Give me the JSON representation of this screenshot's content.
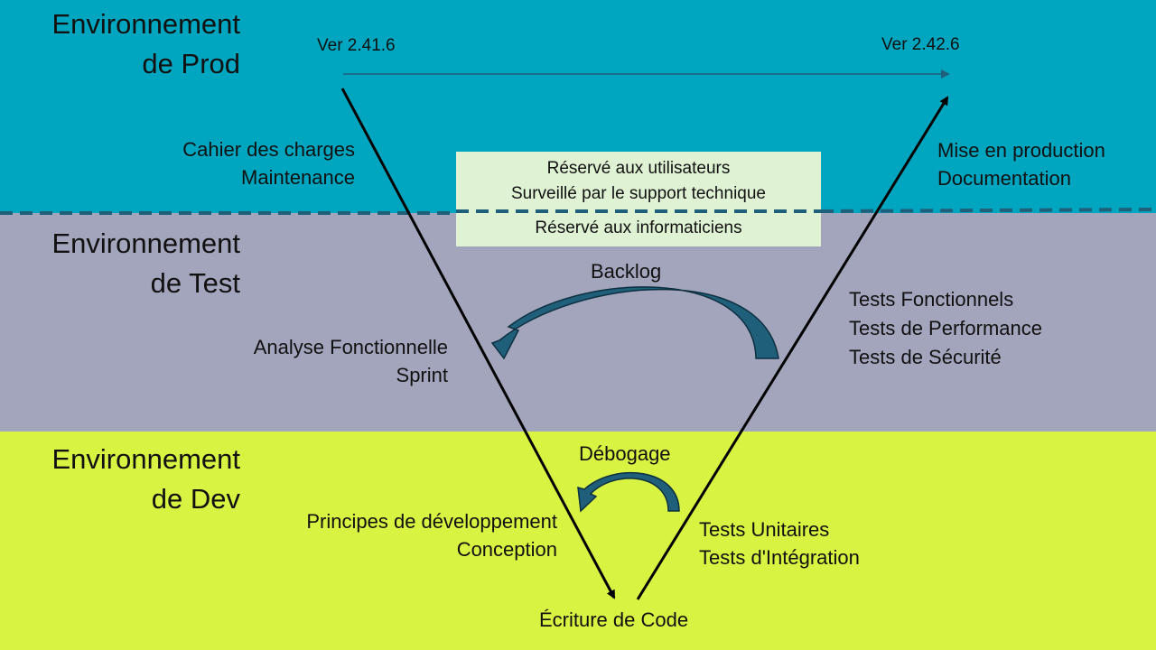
{
  "environments": {
    "prod": {
      "line1": "Environnement",
      "line2": "de Prod",
      "color": "#00a6c0"
    },
    "test": {
      "line1": "Environnement",
      "line2": "de Test",
      "color": "#a3a5bd"
    },
    "dev": {
      "line1": "Environnement",
      "line2": "de Dev",
      "color": "#d8f341"
    }
  },
  "versions": {
    "start": "Ver 2.41.6",
    "end": "Ver 2.42.6"
  },
  "left_side": {
    "prod": [
      "Cahier des charges",
      "Maintenance"
    ],
    "test": [
      "Analyse Fonctionnelle",
      "Sprint"
    ],
    "dev": [
      "Principes de développement",
      "Conception"
    ]
  },
  "right_side": {
    "prod": [
      "Mise en production",
      "Documentation"
    ],
    "test": [
      "Tests Fonctionnels",
      "Tests de Performance",
      "Tests de Sécurité"
    ],
    "dev": [
      "Tests Unitaires",
      "Tests d'Intégration"
    ]
  },
  "bottom": "Écriture de Code",
  "loops": {
    "test": "Backlog",
    "dev": "Débogage"
  },
  "notice": {
    "line1": "Réservé aux utilisateurs",
    "line2": "Surveillé par le support technique",
    "line3": "Réservé aux informaticiens"
  },
  "colors": {
    "arrow": "#000000",
    "loop_fill": "#1f5f7a",
    "dashed": "#1f5f7a",
    "notice_bg": "#dff2d3"
  }
}
